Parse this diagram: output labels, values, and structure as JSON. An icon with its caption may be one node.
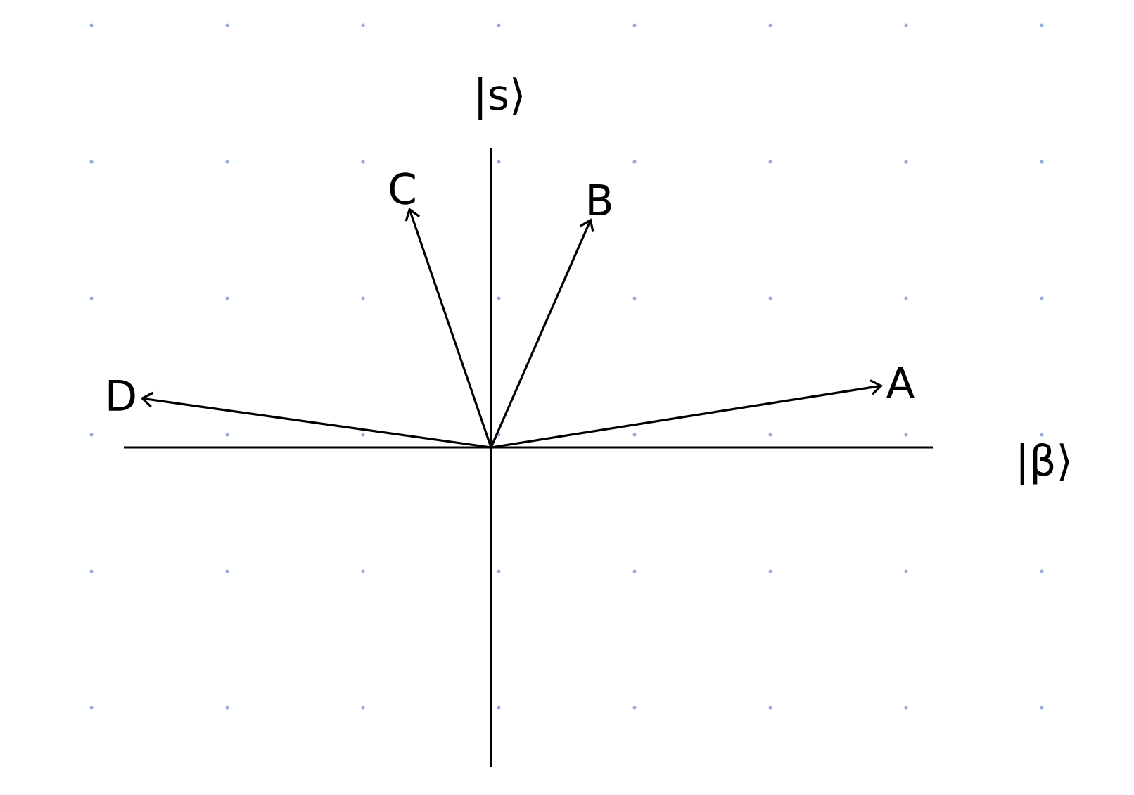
{
  "diagram": {
    "nodes": [
      {
        "text": [
          "A"
        ]
      },
      {
        "text": [
          "B"
        ]
      },
      {
        "text": [
          "C"
        ]
      },
      {
        "text": [
          "D"
        ]
      }
    ],
    "edges": [
      {
        "from": null,
        "to": 0,
        "arrow": "to"
      },
      {
        "from": null,
        "to": 1,
        "arrow": "to"
      },
      {
        "from": null,
        "to": 2,
        "arrow": "to"
      },
      {
        "from": null,
        "to": 3,
        "arrow": "to"
      }
    ],
    "labels": [
      "|s⟩",
      "|β⟩"
    ]
  }
}
